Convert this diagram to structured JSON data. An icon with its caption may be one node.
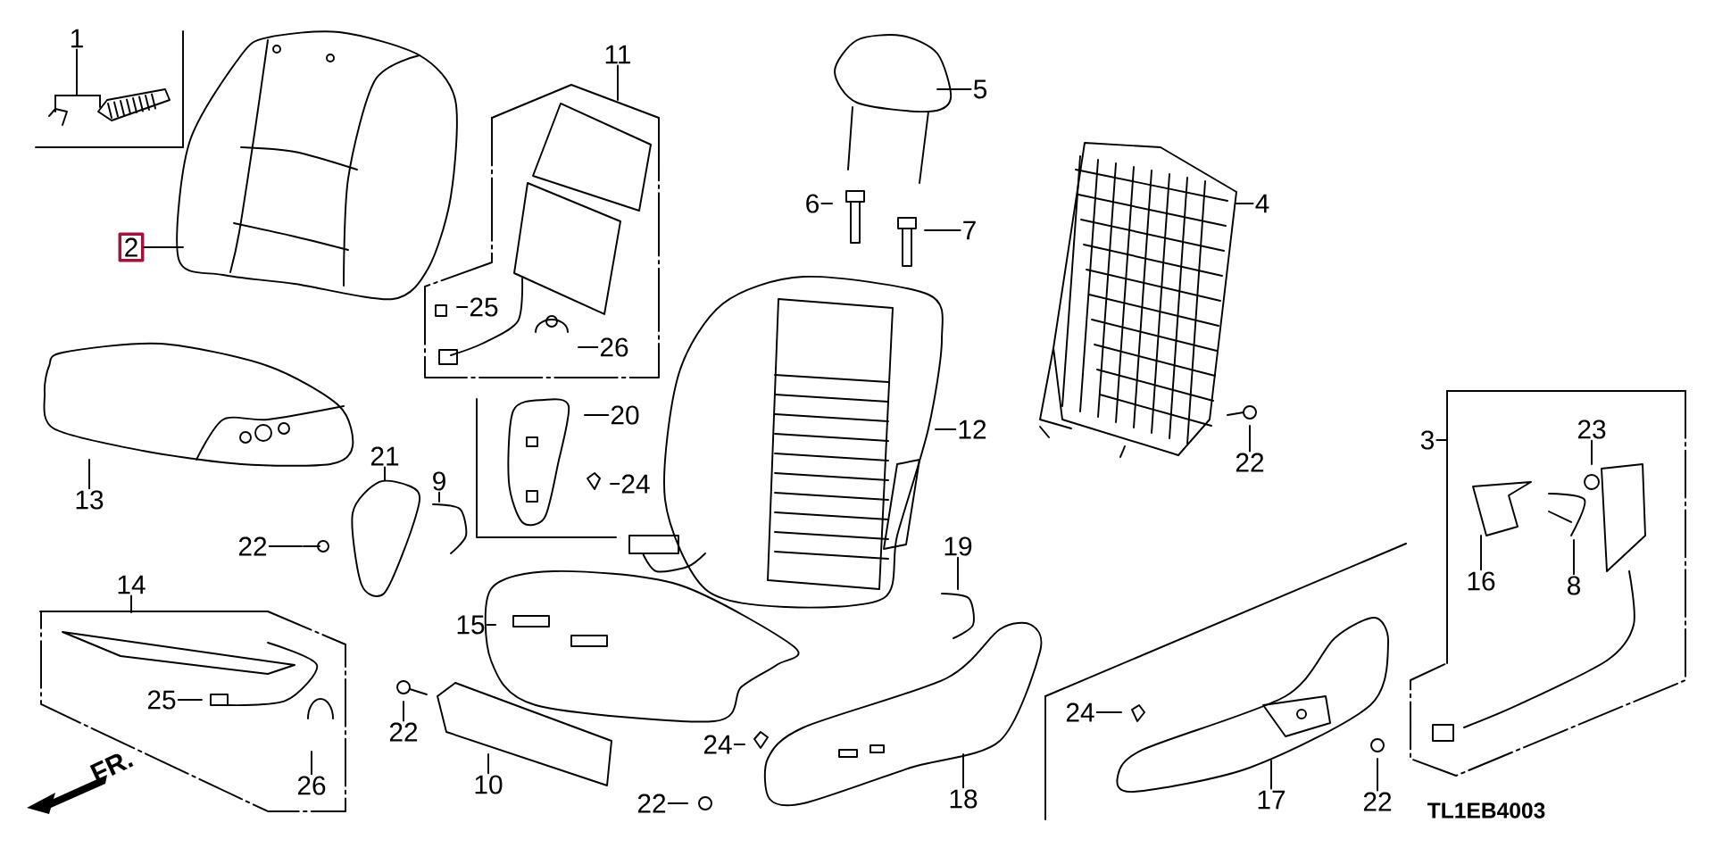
{
  "diagram": {
    "nodes": [
      {
        "text": [
          "1"
        ]
      },
      {
        "text": [
          "2"
        ]
      },
      {
        "text": [
          "11"
        ]
      },
      {
        "text": [
          "5"
        ]
      },
      {
        "text": [
          "6"
        ]
      },
      {
        "text": [
          "7"
        ]
      },
      {
        "text": [
          "4"
        ]
      },
      {
        "text": [
          "25"
        ]
      },
      {
        "text": [
          "26"
        ]
      },
      {
        "text": [
          "20"
        ]
      },
      {
        "text": [
          "12"
        ]
      },
      {
        "text": [
          "24"
        ]
      },
      {
        "text": [
          "3"
        ]
      },
      {
        "text": [
          "23"
        ]
      },
      {
        "text": [
          "13"
        ]
      },
      {
        "text": [
          "21"
        ]
      },
      {
        "text": [
          "9"
        ]
      },
      {
        "text": [
          "22"
        ]
      },
      {
        "text": [
          "22"
        ]
      },
      {
        "text": [
          "19"
        ]
      },
      {
        "text": [
          "16"
        ]
      },
      {
        "text": [
          "8"
        ]
      },
      {
        "text": [
          "14"
        ]
      },
      {
        "text": [
          "15"
        ]
      },
      {
        "text": [
          "25"
        ]
      },
      {
        "text": [
          "22"
        ]
      },
      {
        "text": [
          "26"
        ]
      },
      {
        "text": [
          "10"
        ]
      },
      {
        "text": [
          "24"
        ]
      },
      {
        "text": [
          "24"
        ]
      },
      {
        "text": [
          "22"
        ]
      },
      {
        "text": [
          "18"
        ]
      },
      {
        "text": [
          "17"
        ]
      },
      {
        "text": [
          "22"
        ]
      }
    ],
    "edges": [
      {
        "from": 0,
        "to": null,
        "arrow": "none"
      },
      {
        "from": 1,
        "to": null,
        "arrow": "none"
      },
      {
        "from": 2,
        "to": null,
        "arrow": "none"
      },
      {
        "from": 3,
        "to": null,
        "arrow": "none"
      },
      {
        "from": 4,
        "to": null,
        "arrow": "none"
      },
      {
        "from": 5,
        "to": null,
        "arrow": "none"
      },
      {
        "from": 6,
        "to": null,
        "arrow": "none"
      },
      {
        "from": 7,
        "to": null,
        "arrow": "none"
      },
      {
        "from": 8,
        "to": null,
        "arrow": "none"
      },
      {
        "from": 9,
        "to": null,
        "arrow": "none"
      },
      {
        "from": 10,
        "to": null,
        "arrow": "none"
      },
      {
        "from": 11,
        "to": null,
        "arrow": "none"
      },
      {
        "from": 12,
        "to": null,
        "arrow": "none"
      },
      {
        "from": 13,
        "to": null,
        "arrow": "none"
      },
      {
        "from": 14,
        "to": null,
        "arrow": "none"
      },
      {
        "from": 15,
        "to": null,
        "arrow": "none"
      },
      {
        "from": 16,
        "to": null,
        "arrow": "none"
      },
      {
        "from": 17,
        "to": null,
        "arrow": "none"
      },
      {
        "from": 18,
        "to": null,
        "arrow": "none"
      },
      {
        "from": 19,
        "to": null,
        "arrow": "none"
      },
      {
        "from": 20,
        "to": null,
        "arrow": "none"
      },
      {
        "from": 21,
        "to": null,
        "arrow": "none"
      },
      {
        "from": 22,
        "to": null,
        "arrow": "none"
      },
      {
        "from": 23,
        "to": null,
        "arrow": "none"
      },
      {
        "from": 24,
        "to": null,
        "arrow": "none"
      },
      {
        "from": 25,
        "to": null,
        "arrow": "none"
      },
      {
        "from": 26,
        "to": null,
        "arrow": "none"
      },
      {
        "from": 27,
        "to": null,
        "arrow": "none"
      },
      {
        "from": 28,
        "to": null,
        "arrow": "none"
      },
      {
        "from": 29,
        "to": null,
        "arrow": "none"
      },
      {
        "from": 30,
        "to": null,
        "arrow": "none"
      },
      {
        "from": 31,
        "to": null,
        "arrow": "none"
      },
      {
        "from": 32,
        "to": null,
        "arrow": "none"
      },
      {
        "from": 33,
        "to": null,
        "arrow": "none"
      }
    ],
    "labels": [
      "FR.",
      "TL1EB4003"
    ]
  }
}
